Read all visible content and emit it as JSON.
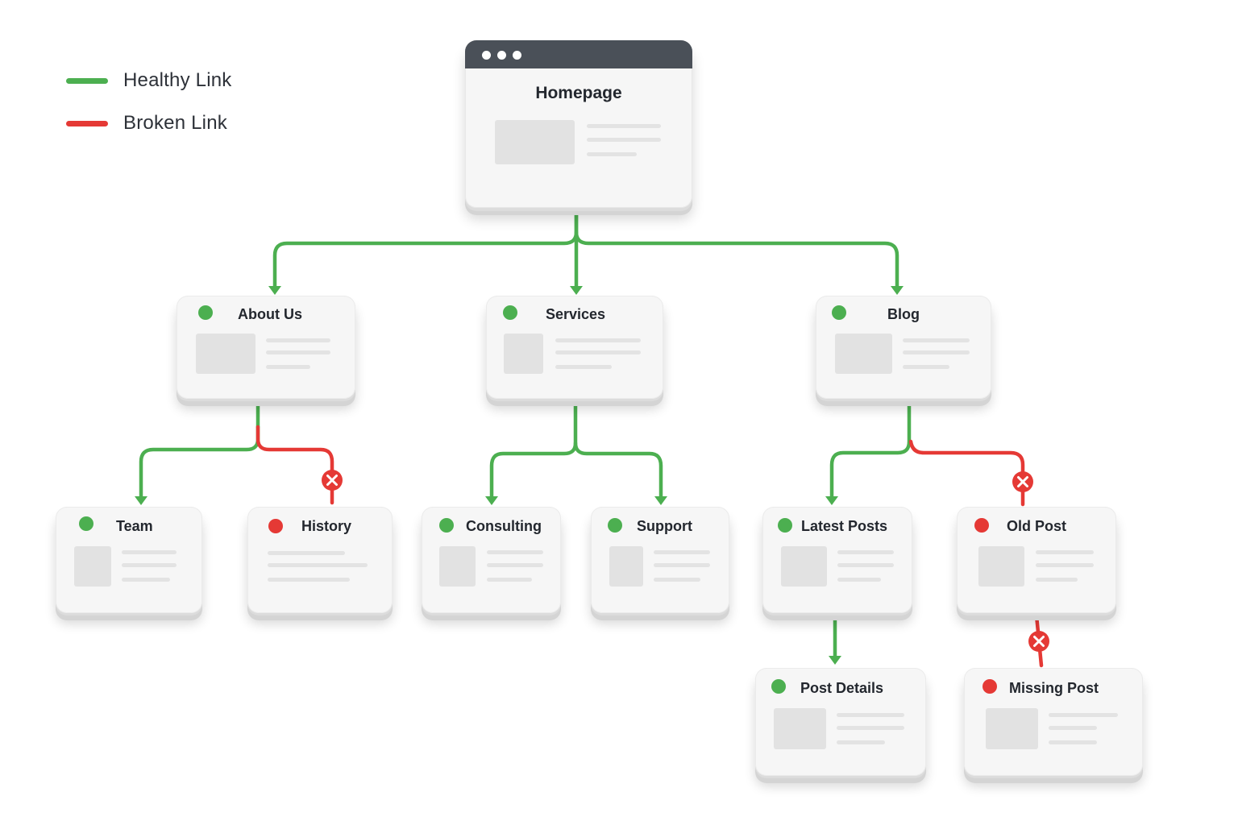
{
  "legend": {
    "healthy_label": "Healthy Link",
    "broken_label": "Broken Link"
  },
  "colors": {
    "healthy": "#4caf50",
    "broken": "#e53935",
    "window_bar": "#4a5058"
  },
  "pages": {
    "homepage": "Homepage",
    "about_us": "About Us",
    "services": "Services",
    "blog": "Blog",
    "team": "Team",
    "history": "History",
    "consulting": "Consulting",
    "support": "Support",
    "latest_posts": "Latest Posts",
    "old_post": "Old Post",
    "post_details": "Post Details",
    "missing_post": "Missing Post"
  },
  "statuses": {
    "about_us": "healthy",
    "services": "healthy",
    "blog": "healthy",
    "team": "healthy",
    "history": "broken",
    "consulting": "healthy",
    "support": "healthy",
    "latest_posts": "healthy",
    "old_post": "broken",
    "post_details": "healthy",
    "missing_post": "broken"
  },
  "links": [
    {
      "from": "homepage",
      "to": "about_us",
      "status": "healthy"
    },
    {
      "from": "homepage",
      "to": "services",
      "status": "healthy"
    },
    {
      "from": "homepage",
      "to": "blog",
      "status": "healthy"
    },
    {
      "from": "about_us",
      "to": "team",
      "status": "healthy"
    },
    {
      "from": "about_us",
      "to": "history",
      "status": "broken"
    },
    {
      "from": "services",
      "to": "consulting",
      "status": "healthy"
    },
    {
      "from": "services",
      "to": "support",
      "status": "healthy"
    },
    {
      "from": "blog",
      "to": "latest_posts",
      "status": "healthy"
    },
    {
      "from": "blog",
      "to": "old_post",
      "status": "broken"
    },
    {
      "from": "latest_posts",
      "to": "post_details",
      "status": "healthy"
    },
    {
      "from": "old_post",
      "to": "missing_post",
      "status": "broken"
    }
  ],
  "icons": {
    "window_controls": "window-dots-icon",
    "broken_marker": "x-circle-icon",
    "status_indicator": "status-dot-icon",
    "content_placeholder": "image-placeholder-icon"
  }
}
